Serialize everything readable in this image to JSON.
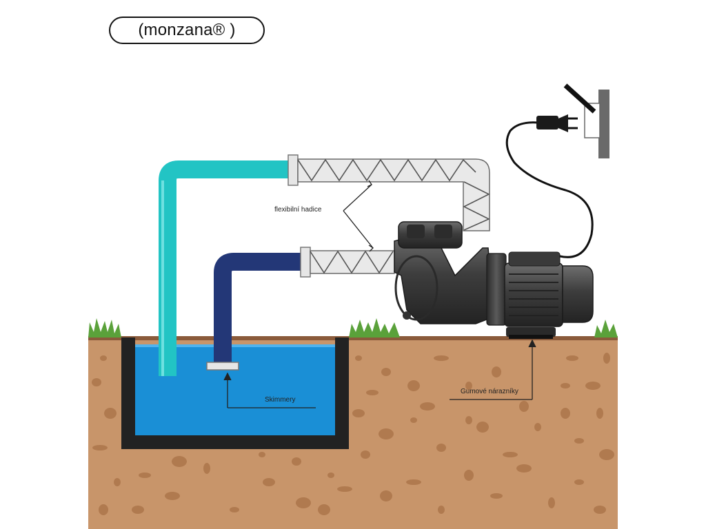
{
  "brand": {
    "label": "(monzana®         )"
  },
  "labels": {
    "flexible_hoses": "flexibilní hadice",
    "skimmers": "Skimmery",
    "rubber_bumpers": "Gumové nárazníky"
  },
  "colors": {
    "soil": "#c8956a",
    "soil_spots": "#b07a4f",
    "water": "#1a8fd6",
    "return_pipe": "#22c4c4",
    "suction_pipe": "#233777",
    "pool_wall": "#222222",
    "grass": "#5aa13a",
    "pump_body": "#4a4a4a"
  }
}
